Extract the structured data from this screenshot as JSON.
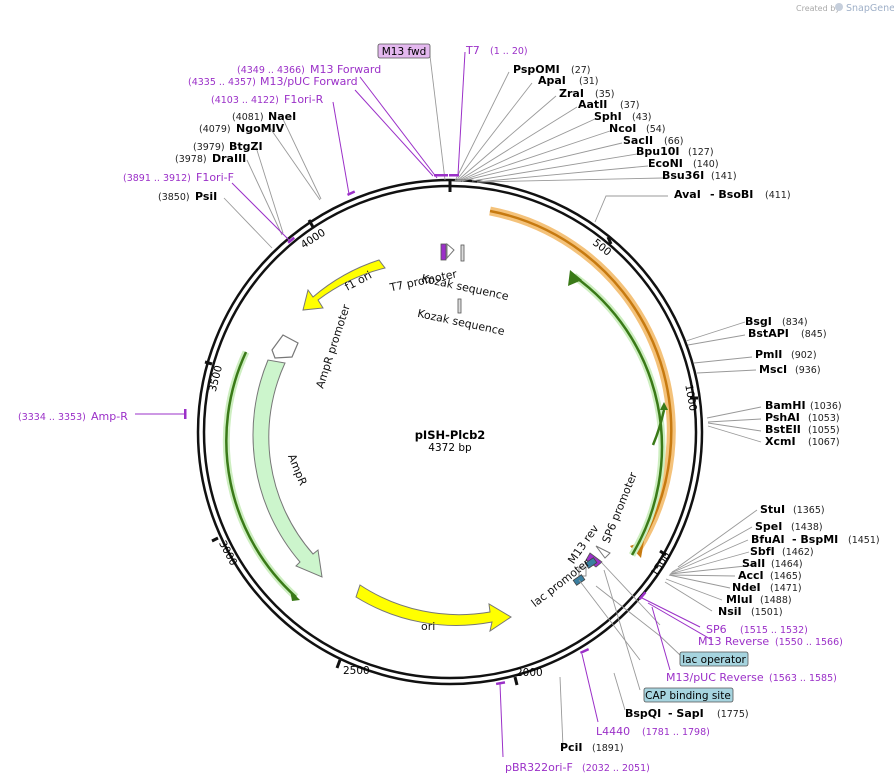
{
  "brand": {
    "created_by": "Created by",
    "name": "SnapGene"
  },
  "plasmid": {
    "name": "pISH-Plcb2",
    "length": "4372 bp"
  },
  "ticks": [
    "500",
    "1000",
    "1500",
    "2000",
    "2500",
    "3000",
    "3500",
    "4000"
  ],
  "colors": {
    "backbone": "#111111",
    "primer": "#9b30c8",
    "enzyme_line": "#999999",
    "ori": "#ffff00",
    "f1ori": "#ffff00",
    "ampr": "#ccf5cc",
    "promoter_outline": "#888888",
    "orf": "#3a8a1a",
    "orf_orange": "#f0a030",
    "boxed": "#a6d4df"
  },
  "enzymes": [
    {
      "name": "PspOMI",
      "pos": "(27)"
    },
    {
      "name": "ApaI",
      "pos": "(31)"
    },
    {
      "name": "ZraI",
      "pos": "(35)"
    },
    {
      "name": "AatII",
      "pos": "(37)"
    },
    {
      "name": "SphI",
      "pos": "(43)"
    },
    {
      "name": "NcoI",
      "pos": "(54)"
    },
    {
      "name": "SacII",
      "pos": "(66)"
    },
    {
      "name": "Bpu10I",
      "pos": "(127)"
    },
    {
      "name": "EcoNI",
      "pos": "(140)"
    },
    {
      "name": "Bsu36I",
      "pos": "(141)"
    },
    {
      "name": "AvaI",
      "extra": "- BsoBI",
      "pos": "(411)"
    },
    {
      "name": "BsgI",
      "pos": "(834)"
    },
    {
      "name": "BstAPI",
      "pos": "(845)"
    },
    {
      "name": "PmlI",
      "pos": "(902)"
    },
    {
      "name": "MscI",
      "pos": "(936)"
    },
    {
      "name": "BamHI",
      "pos": "(1036)"
    },
    {
      "name": "PshAI",
      "pos": "(1053)"
    },
    {
      "name": "BstEII",
      "pos": "(1055)"
    },
    {
      "name": "XcmI",
      "pos": "(1067)"
    },
    {
      "name": "StuI",
      "pos": "(1365)"
    },
    {
      "name": "SpeI",
      "pos": "(1438)"
    },
    {
      "name": "BfuAI",
      "extra": "- BspMI",
      "pos": "(1451)"
    },
    {
      "name": "SbfI",
      "pos": "(1462)"
    },
    {
      "name": "SalI",
      "pos": "(1464)"
    },
    {
      "name": "AccI",
      "pos": "(1465)"
    },
    {
      "name": "NdeI",
      "pos": "(1471)"
    },
    {
      "name": "MluI",
      "pos": "(1488)"
    },
    {
      "name": "NsiI",
      "pos": "(1501)"
    },
    {
      "name": "BspQI",
      "extra": "- SapI",
      "pos": "(1775)"
    },
    {
      "name": "PciI",
      "pos": "(1891)"
    },
    {
      "name": "PsiI",
      "pos": "(3850)"
    },
    {
      "name": "DraIII",
      "pos": "(3978)"
    },
    {
      "name": "BtgZI",
      "pos": "(3979)"
    },
    {
      "name": "NgoMIV",
      "pos": "(4079)"
    },
    {
      "name": "NaeI",
      "pos": "(4081)"
    }
  ],
  "primers": [
    {
      "name": "T7",
      "pos": "(1 .. 20)"
    },
    {
      "name": "M13 Forward",
      "pos": "(4349 .. 4366)"
    },
    {
      "name": "M13/pUC Forward",
      "pos": "(4335 .. 4357)"
    },
    {
      "name": "F1ori-R",
      "pos": "(4103 .. 4122)"
    },
    {
      "name": "F1ori-F",
      "pos": "(3891 .. 3912)"
    },
    {
      "name": "Amp-R",
      "pos": "(3334 .. 3353)"
    },
    {
      "name": "SP6",
      "pos": "(1515 .. 1532)"
    },
    {
      "name": "M13 Reverse",
      "pos": "(1550 .. 1566)"
    },
    {
      "name": "M13/pUC Reverse",
      "pos": "(1563 .. 1585)"
    },
    {
      "name": "L4440",
      "pos": "(1781 .. 1798)"
    },
    {
      "name": "pBR322ori-F",
      "pos": "(2032 .. 2051)"
    }
  ],
  "boxed_labels": {
    "m13fwd": "M13 fwd",
    "lac_operator": "lac operator",
    "cap_site": "CAP binding site"
  },
  "features": {
    "f1ori": "f1 ori",
    "ampr_promoter": "AmpR promoter",
    "ampr": "AmpR",
    "ori": "ori",
    "t7_promoter": "T7 promoter",
    "kozak1": "Kozak sequence",
    "kozak2": "Kozak sequence",
    "sp6_promoter": "SP6 promoter",
    "m13_rev": "M13 rev",
    "lac_promoter": "lac promoter"
  }
}
